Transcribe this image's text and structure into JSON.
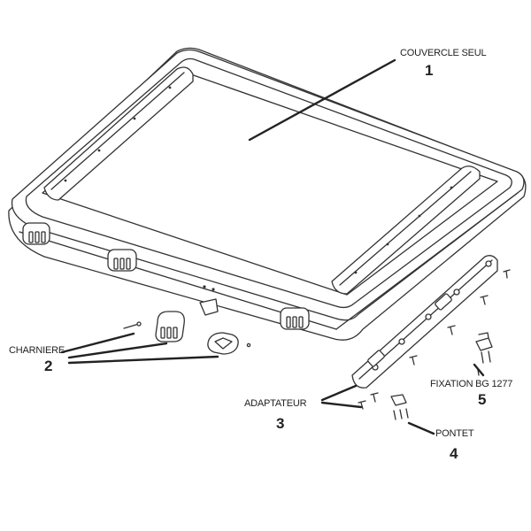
{
  "parts": [
    {
      "name": "COUVERCLE SEUL",
      "number": "1"
    },
    {
      "name": "CHARNIERE",
      "number": "2"
    },
    {
      "name": "ADAPTATEUR",
      "number": "3"
    },
    {
      "name": "PONTET",
      "number": "4"
    },
    {
      "name": "FIXATION BG 1277",
      "number": "5"
    }
  ],
  "colors": {
    "line": "#333333",
    "fill": "#ffffff"
  }
}
